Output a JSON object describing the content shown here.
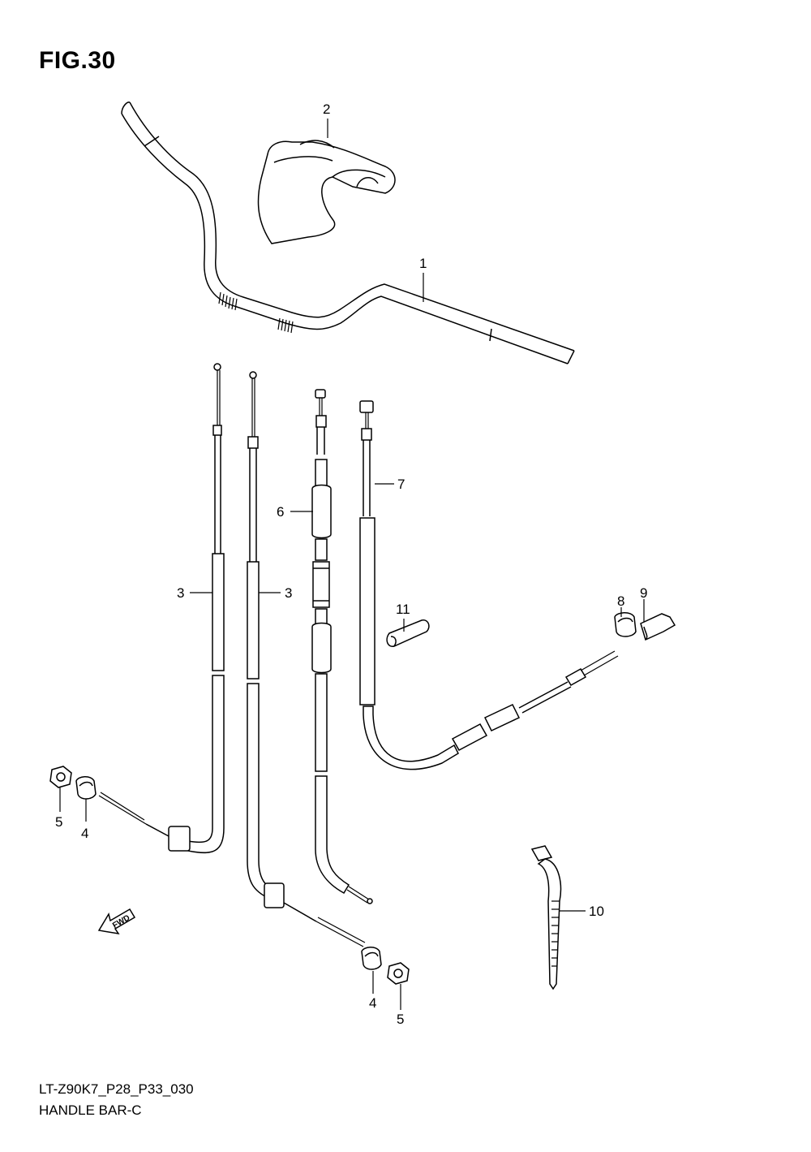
{
  "figure": {
    "title": "FIG.30",
    "code": "LT-Z90K7_P28_P33_030",
    "name": "HANDLE BAR-C"
  },
  "callouts": {
    "c1": "1",
    "c2": "2",
    "c3a": "3",
    "c3b": "3",
    "c4a": "4",
    "c4b": "4",
    "c5a": "5",
    "c5b": "5",
    "c6": "6",
    "c7": "7",
    "c8": "8",
    "c9": "9",
    "c10": "10",
    "c11": "11"
  },
  "direction": {
    "label": "FWD"
  }
}
